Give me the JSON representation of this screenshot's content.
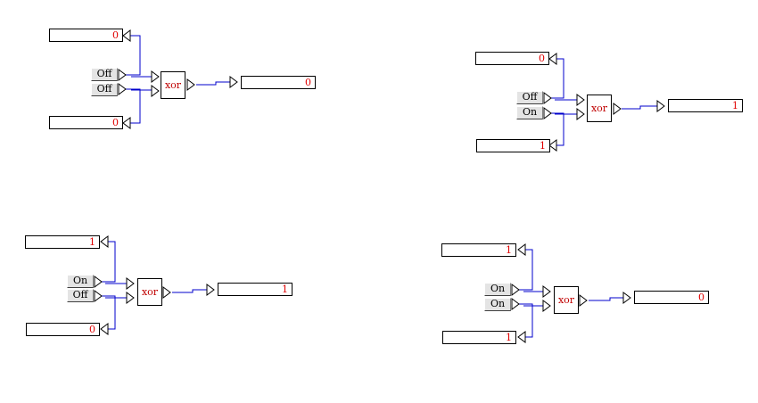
{
  "colors": {
    "wire": "#0000cc",
    "value": "#e00000",
    "gate_label": "#c00000",
    "border": "#000000"
  },
  "circuits": [
    {
      "id": "a",
      "switch_a": "Off",
      "switch_b": "Off",
      "probe_a": "0",
      "probe_b": "0",
      "gate": "xor",
      "output": "0"
    },
    {
      "id": "b",
      "switch_a": "Off",
      "switch_b": "On",
      "probe_a": "0",
      "probe_b": "1",
      "gate": "xor",
      "output": "1"
    },
    {
      "id": "c",
      "switch_a": "On",
      "switch_b": "Off",
      "probe_a": "1",
      "probe_b": "0",
      "gate": "xor",
      "output": "1"
    },
    {
      "id": "d",
      "switch_a": "On",
      "switch_b": "On",
      "probe_a": "1",
      "probe_b": "1",
      "gate": "xor",
      "output": "0"
    }
  ]
}
